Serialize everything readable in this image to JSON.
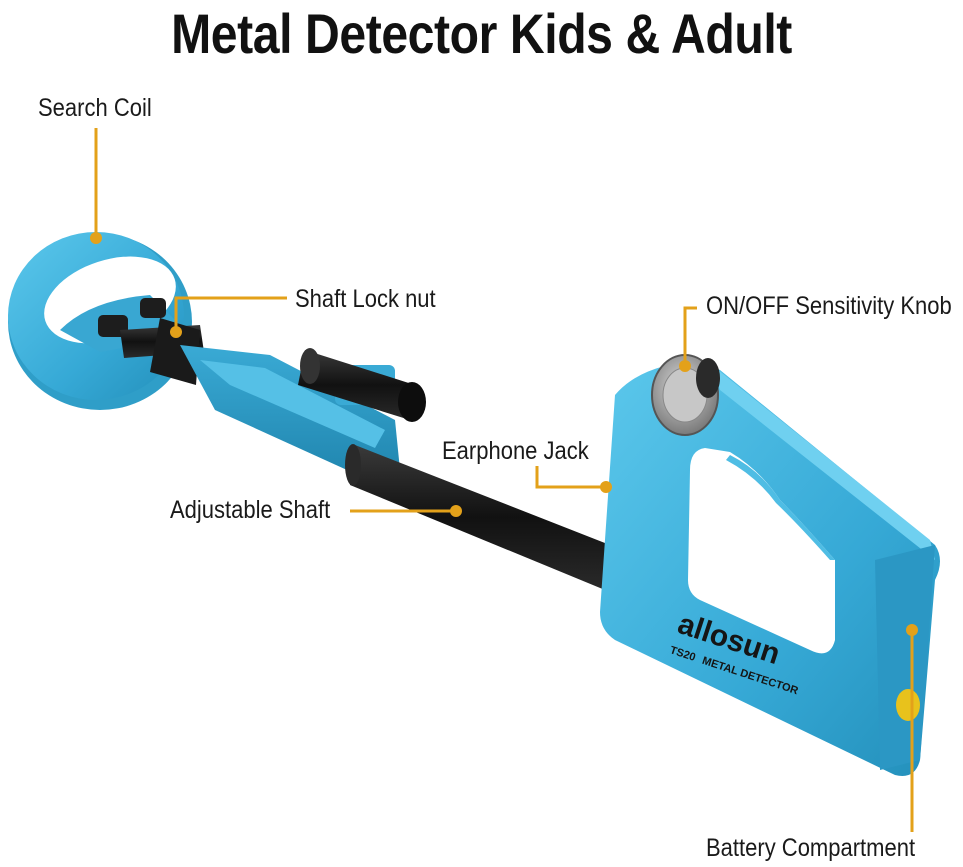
{
  "title": "Metal Detector Kids & Adult",
  "brand": {
    "logo_text": "allosun",
    "model_text": "TS20",
    "product_text": "METAL DETECTOR"
  },
  "callouts": {
    "search_coil": "Search Coil",
    "shaft_lock_nut": "Shaft Lock nut",
    "on_off_knob": "ON/OFF Sensitivity Knob",
    "earphone_jack": "Earphone Jack",
    "adjustable_shaft": "Adjustable Shaft",
    "battery_compartment": "Battery Compartment"
  },
  "colors": {
    "body": "#3fb4dd",
    "shaft": "#1b1b1b",
    "callout_line": "#e3a11a",
    "text": "#1a1a1a"
  }
}
